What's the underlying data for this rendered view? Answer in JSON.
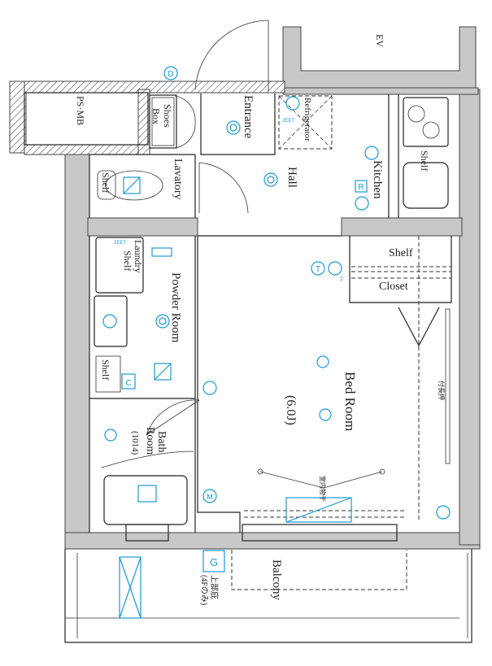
{
  "floor_plan": {
    "rooms": {
      "ev": "EV",
      "ps_mb": "PS·MB",
      "shoes_box_1": "Shoes",
      "shoes_box_2": "Box",
      "entrance": "Entrance",
      "refrigerator": "Refrigerator",
      "hall": "Hall",
      "kitchen": "Kitchen",
      "kitchen_shelf": "Shelf",
      "lavatory": "Lavatory",
      "lavatory_shelf": "Shelf",
      "laundry_1": "Laundry",
      "laundry_2": "Shelf",
      "powder_room": "Powder Room",
      "powder_shelf": "Shelf",
      "bath_room_1": "Bath",
      "bath_room_2": "Room",
      "bath_size": "(1014)",
      "bed_room": "Bed Room",
      "bed_room_size": "(6.0J)",
      "closet_shelf": "Shelf",
      "closet": "Closet",
      "nageshi": "付長押",
      "indoor_drying": "室内物干",
      "balcony": "Balcony",
      "eaves_1": "上部庇",
      "eaves_2": "(4Fのみ)"
    },
    "symbols": {
      "door_chime": "D",
      "tv": "T",
      "m": "M",
      "r": "R",
      "c": "C",
      "g": "G",
      "outlet_2et": "2EET",
      "outlet_2et_b": "2EET",
      "count_2": "2"
    },
    "colors": {
      "wall": "#c8c8c8",
      "equipment": "#1a9ad6",
      "line": "#222222"
    }
  }
}
